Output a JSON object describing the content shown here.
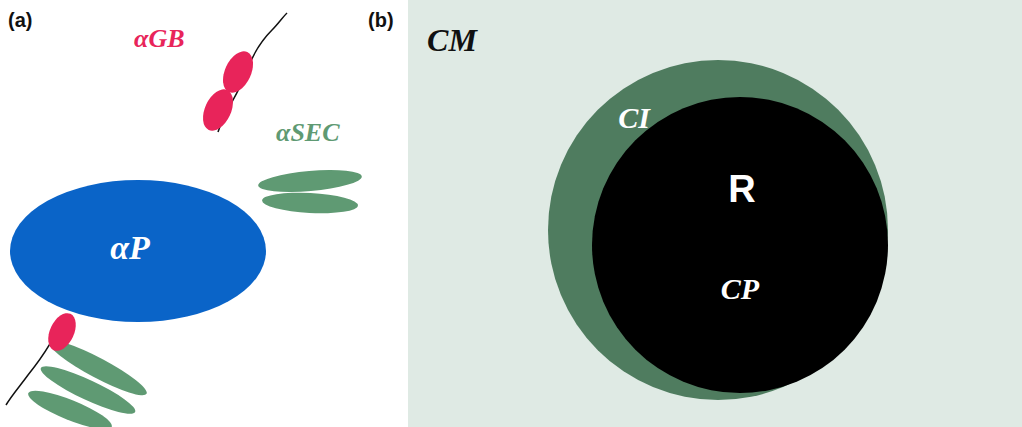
{
  "diagram": {
    "nodes": [
      {
        "text": [
          "αP"
        ]
      },
      {
        "text": [
          "CM"
        ]
      },
      {
        "text": [
          "CI"
        ],
        "in": 1
      },
      {
        "text": [
          "R",
          "CP"
        ],
        "in": 2
      }
    ],
    "labels": [
      "(a)",
      "(b)",
      "αGB",
      "αSEC"
    ]
  }
}
